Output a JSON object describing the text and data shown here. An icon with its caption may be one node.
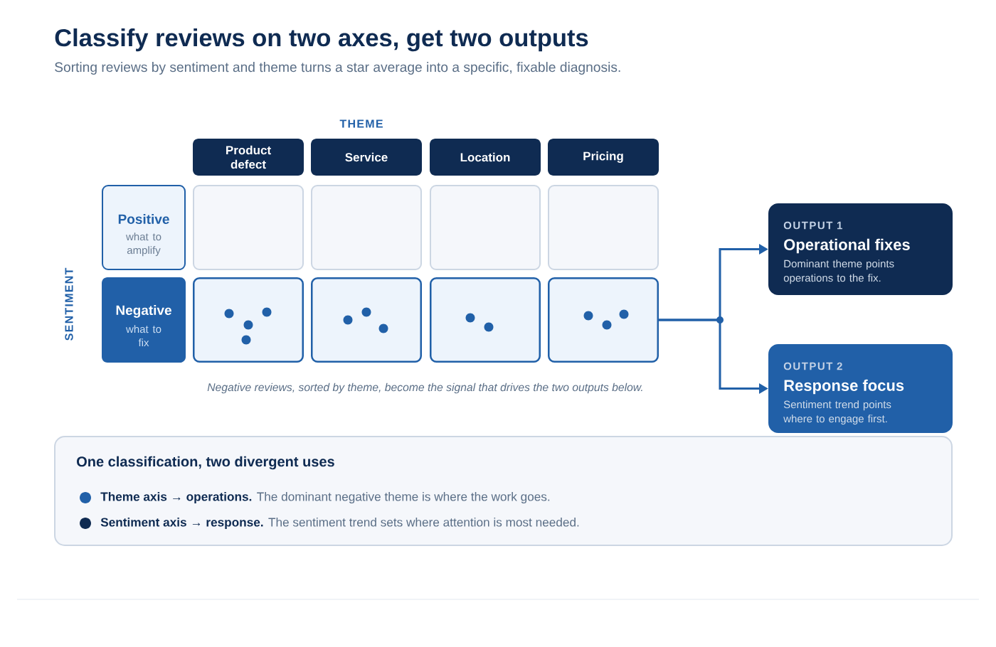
{
  "diagram": {
    "title": "Classify reviews on two axes, get two outputs",
    "nodes": [
      {
        "text": [
          "Product defect"
        ]
      },
      {
        "text": [
          "Service"
        ]
      },
      {
        "text": [
          "Location"
        ]
      },
      {
        "text": [
          "Pricing"
        ]
      },
      {
        "text": [
          "Positive",
          "what to amplify"
        ]
      },
      {
        "text": [],
        "shape": "box"
      },
      {
        "text": [],
        "shape": "box"
      },
      {
        "text": [],
        "shape": "box"
      },
      {
        "text": [],
        "shape": "box"
      },
      {
        "text": [
          "Negative",
          "what to fix"
        ]
      },
      {
        "text": [],
        "shape": "box"
      },
      {
        "text": [],
        "shape": "box"
      },
      {
        "text": [],
        "shape": "box"
      },
      {
        "text": [],
        "shape": "box"
      },
      {
        "text": [
          "OUTPUT 1",
          "Operational fixes",
          "Dominant theme points operations to the fix."
        ]
      },
      {
        "text": [
          "OUTPUT 2",
          "Response focus",
          "Sentiment trend points where to engage first."
        ]
      },
      {
        "text": [
          "One classification, two divergent uses",
          "**Theme axis → operations.** The dominant negative theme is where the work goes.",
          "**Sentiment axis → response.** The sentiment trend sets where attention is most needed."
        ]
      }
    ],
    "edges": [
      {
        "from": 13,
        "to": 14,
        "arrow": "to"
      },
      {
        "from": 13,
        "to": 15,
        "arrow": "to"
      }
    ],
    "labels": [
      "Sorting reviews by sentiment and theme turns a star average into a specific, fixable diagnosis.",
      "THEME",
      "SENTIMENT",
      "Negative reviews, sorted by theme, become the signal that drives the two outputs below."
    ]
  }
}
